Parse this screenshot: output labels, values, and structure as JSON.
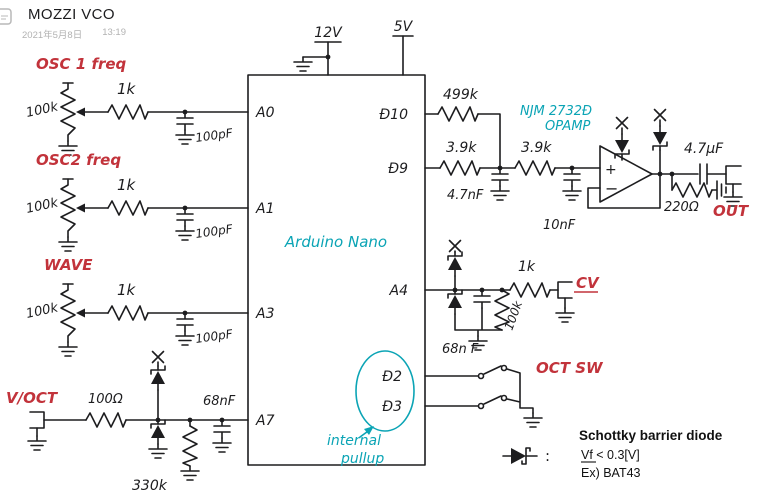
{
  "header": {
    "title": "MOZZI VCO",
    "date": "2021年5月8日",
    "time": "13:19"
  },
  "colors": {
    "ink": "#1d1d1f",
    "red": "#c2333b",
    "cyan": "#0ba4b5"
  },
  "power": {
    "v12": "12V",
    "v5": "5V"
  },
  "mcu": {
    "name": "Arduino Nano",
    "pins": {
      "a0": "A0",
      "a1": "A1",
      "a3": "A3",
      "a7": "A7",
      "d10": "Đ10",
      "d9": "Đ9",
      "a4": "A4",
      "d2": "Đ2",
      "d3": "Đ3"
    }
  },
  "osc1": {
    "label": "OSC 1 freq",
    "pot": "100k",
    "series_r": "1k",
    "cap": "100pF"
  },
  "osc2": {
    "label": "OSC2 freq",
    "pot": "100k",
    "series_r": "1k",
    "cap": "100pF"
  },
  "wave": {
    "label": "WAVE",
    "pot": "100k",
    "series_r": "1k",
    "cap": "100pF"
  },
  "voct": {
    "label": "V/OCT",
    "series_r": "100Ω",
    "cap": "68nF",
    "shunt_r": "330k"
  },
  "mix": {
    "r_d10": "499k",
    "r_d9a": "3.9k",
    "r_d9b": "3.9k",
    "cap_a": "4.7nF",
    "cap_b": "10nF"
  },
  "opamp": {
    "name": "NJM 2732Đ",
    "kind": "OPAMP",
    "plus": "+",
    "minus": "−"
  },
  "out": {
    "cap": "4.7μF",
    "r": "220Ω",
    "label": "OUT"
  },
  "cv": {
    "series_r": "1k",
    "shunt_r": "100k",
    "cap": "68n F",
    "label": "CV"
  },
  "octsw": {
    "label": "OCT SW"
  },
  "note": {
    "line1": "internal",
    "line2": "pullup"
  },
  "legend": {
    "colon": ":",
    "title": "Schottky barrier diode",
    "vf": "Vf < 0.3[V]",
    "example": "Ex) BAT43"
  }
}
